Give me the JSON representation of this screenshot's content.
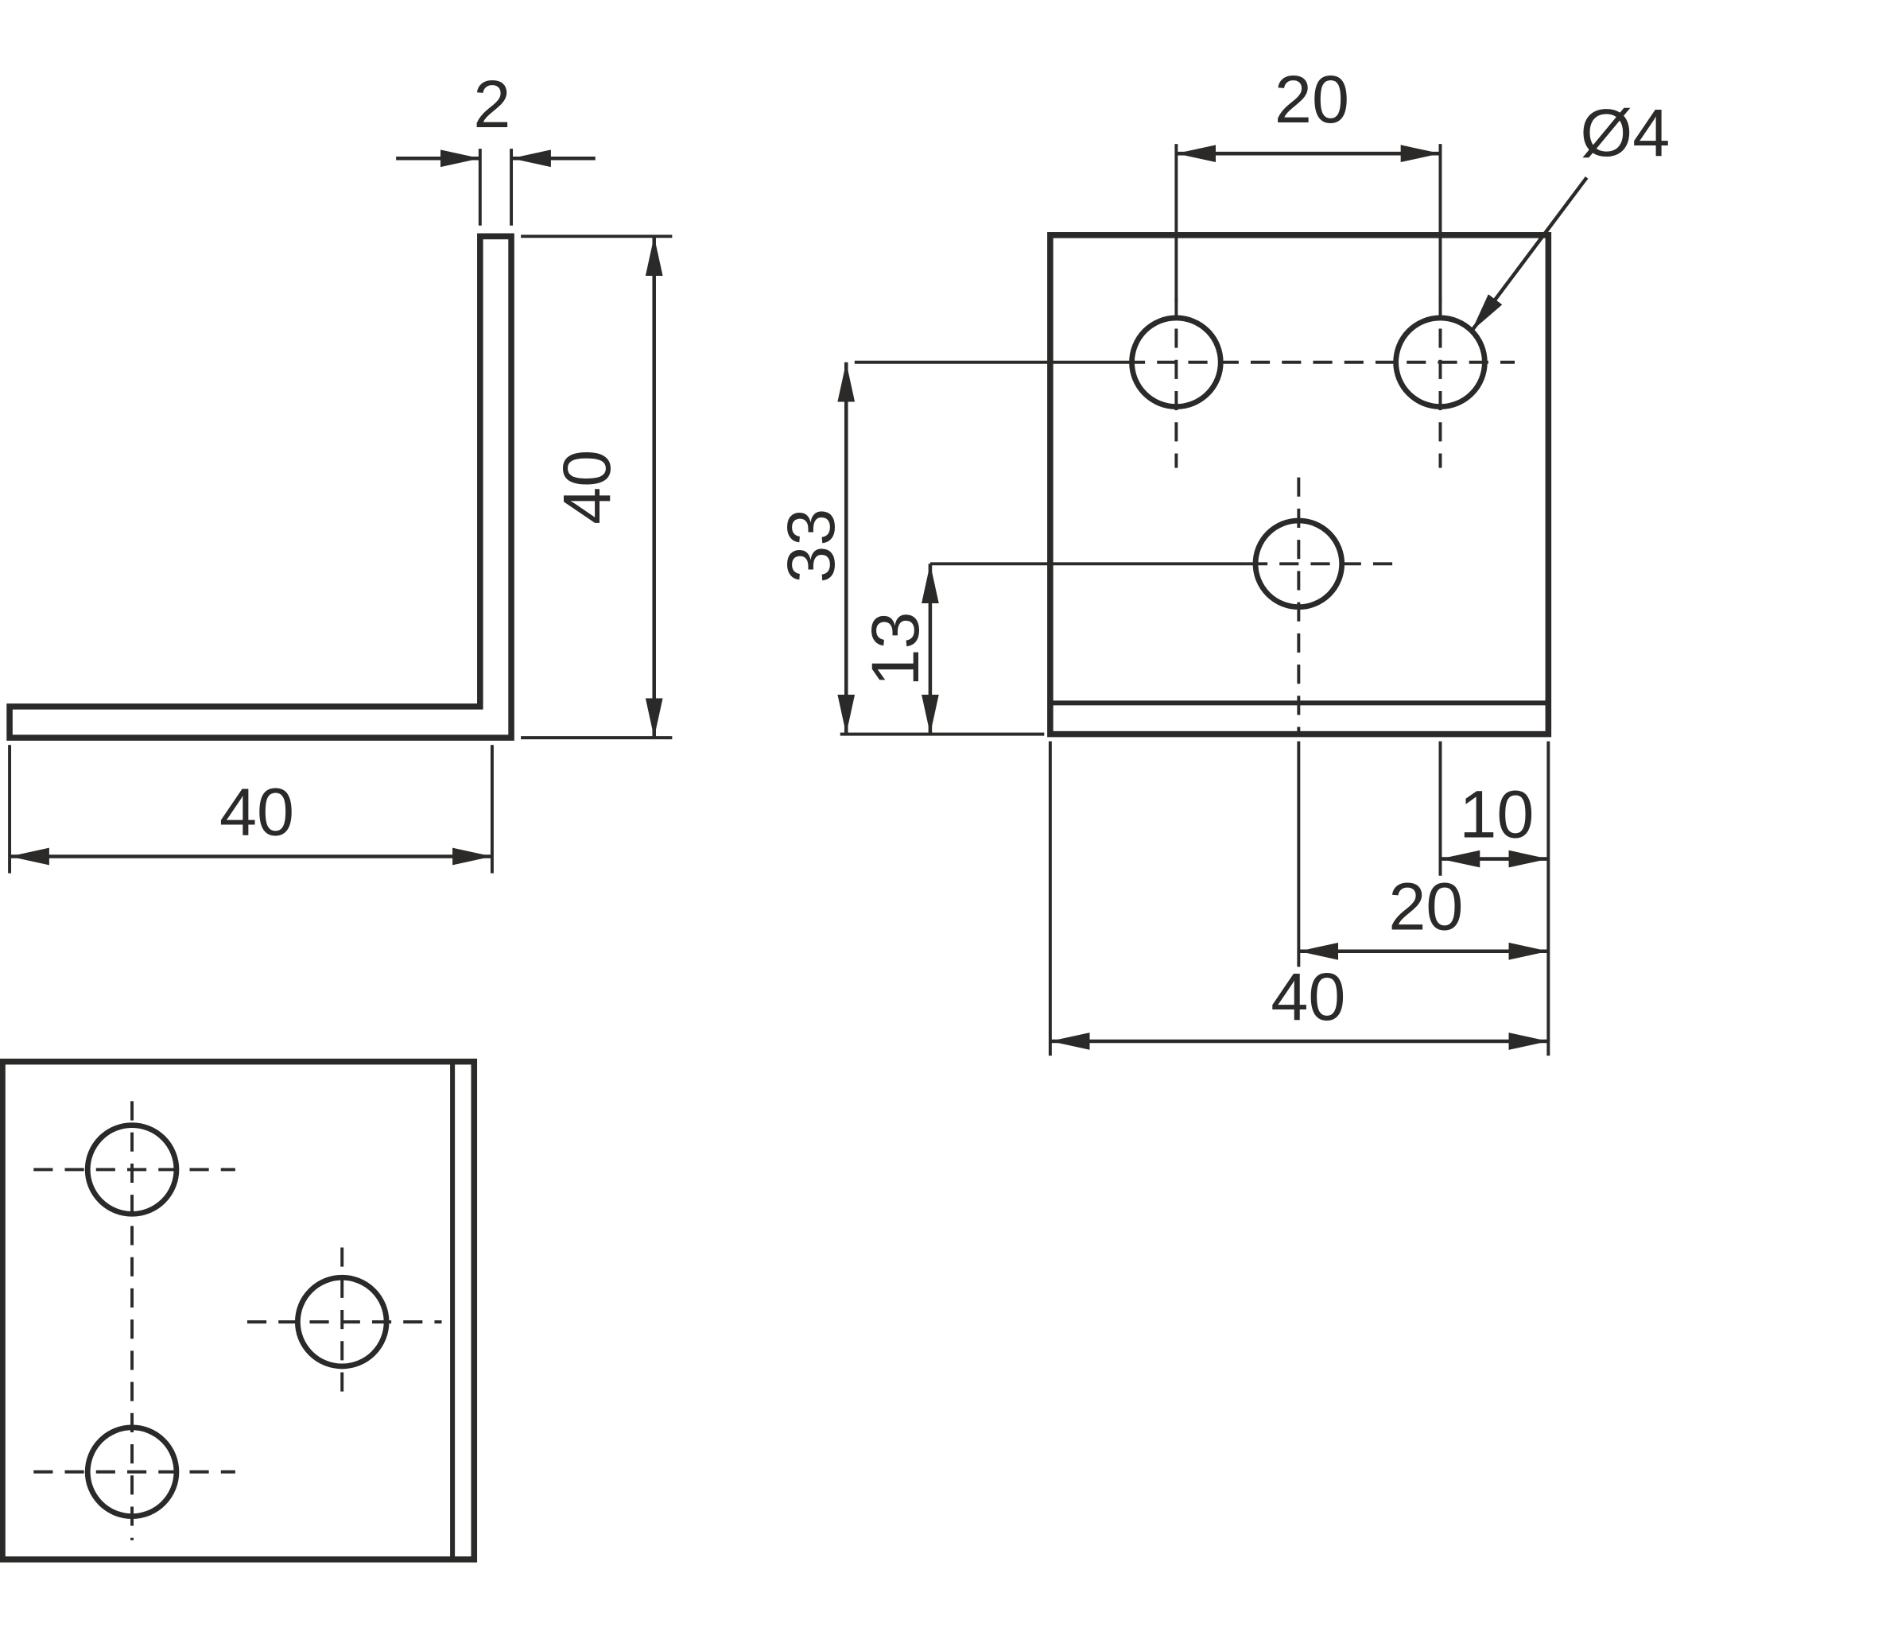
{
  "drawing": {
    "background_color": "#ffffff",
    "ink_color": "#2b2a29"
  },
  "side_view": {
    "thickness": "2",
    "height": "40",
    "width": "40"
  },
  "plan_view": {
    "top_hole_spacing": "20",
    "hole_diameter": "Ø4",
    "holes_height_from_bottom": "33",
    "center_hole_height_from_bottom": "13",
    "corner_hole_edge_distance": "10",
    "center_hole_edge_distance": "20",
    "plate_width": "40"
  }
}
